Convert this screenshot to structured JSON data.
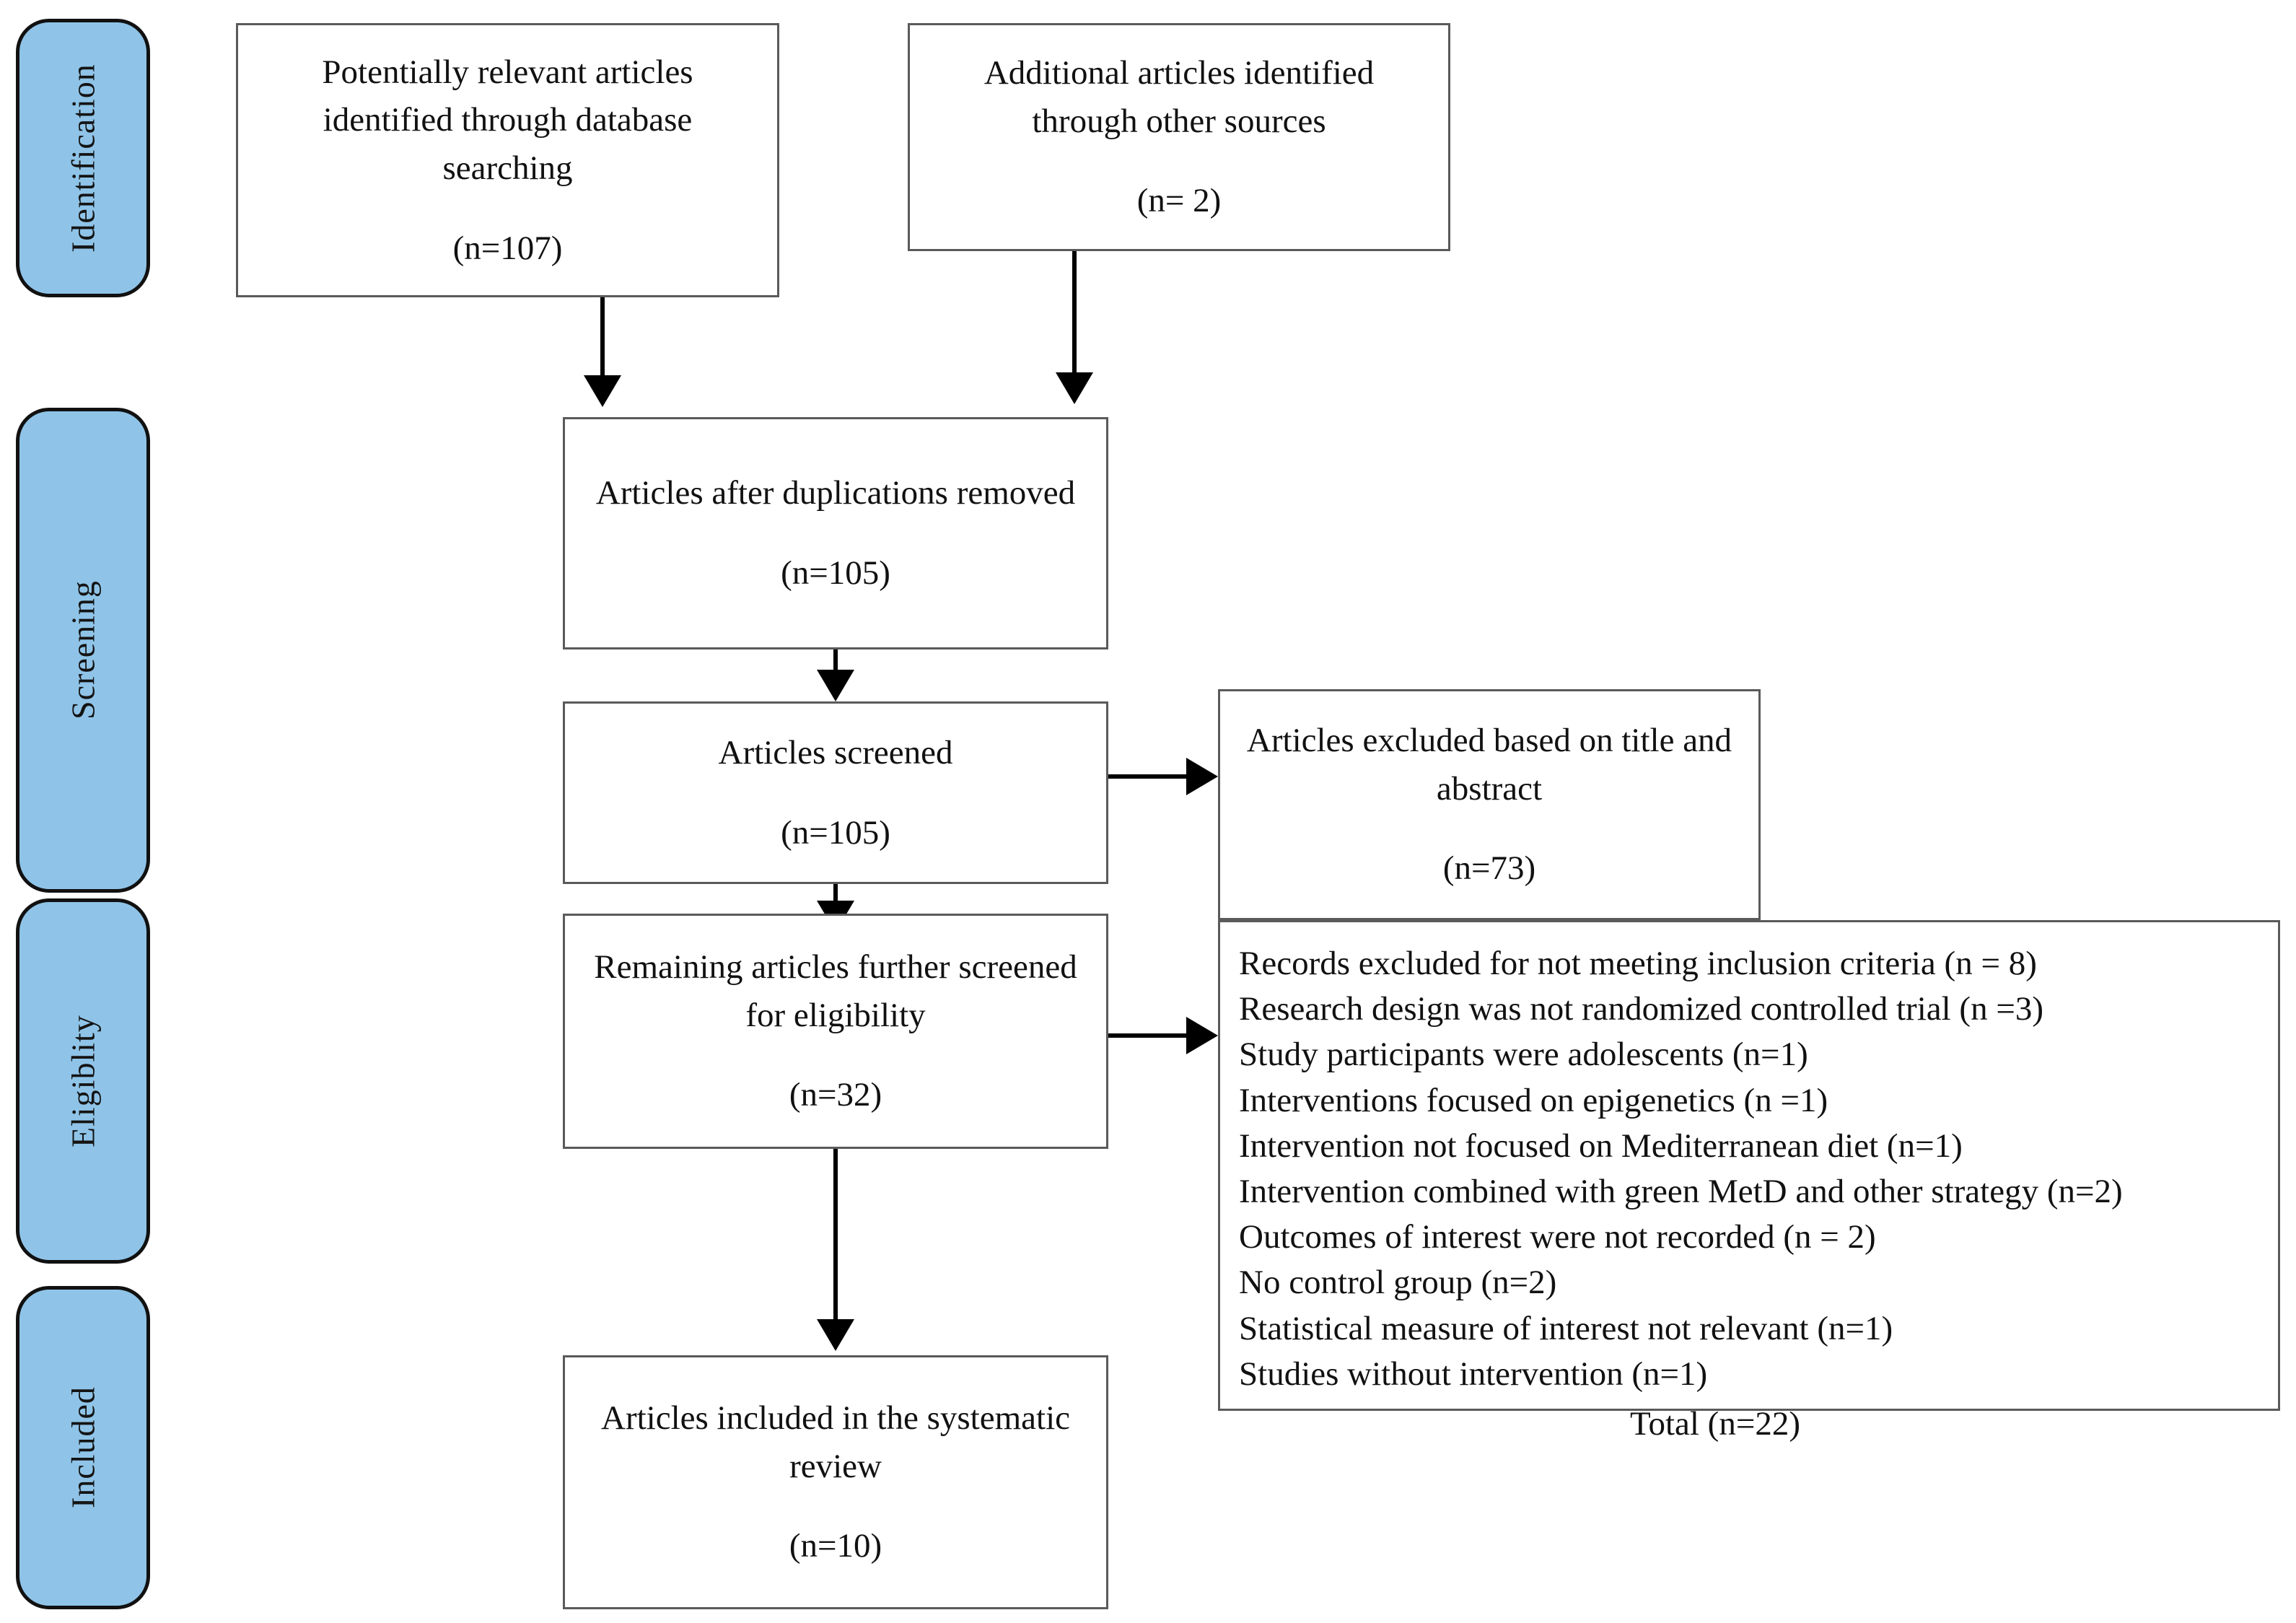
{
  "diagram": {
    "type": "prisma-flow-diagram",
    "accent_color": "#8FC4E8",
    "box_border_color": "#5a5a5a",
    "connector_color": "#000000",
    "stages": [
      {
        "id": "identification",
        "label": "Identification"
      },
      {
        "id": "screening",
        "label": "Screening"
      },
      {
        "id": "eligibility",
        "label": "Eligiblity"
      },
      {
        "id": "included",
        "label": "Included"
      }
    ],
    "boxes": {
      "database_search": {
        "title": "Potentially relevant articles identified through database searching",
        "count": "(n=107)"
      },
      "other_sources": {
        "title": "Additional articles identified through other sources",
        "count": "(n= 2)"
      },
      "after_duplicates": {
        "title": "Articles after duplications removed",
        "count": "(n=105)"
      },
      "screened": {
        "title": "Articles screened",
        "count": "(n=105)"
      },
      "excluded_title_abstract": {
        "title": "Articles excluded based on title and abstract",
        "count": "(n=73)"
      },
      "eligibility_screen": {
        "title": "Remaining articles further screened for eligibility",
        "count": "(n=32)"
      },
      "included_review": {
        "title": "Articles included in the systematic review",
        "count": "(n=10)"
      }
    },
    "exclusion_reasons": {
      "items": [
        "Records excluded for not meeting inclusion criteria (n = 8)",
        "Research design was not randomized controlled trial (n =3)",
        "Study participants were adolescents (n=1)",
        "Interventions focused on epigenetics (n =1)",
        "Intervention not focused on Mediterranean diet (n=1)",
        "Intervention combined with green MetD and other strategy (n=2)",
        "Outcomes of interest were not recorded (n = 2)",
        "No control group (n=2)",
        "Statistical measure of interest not relevant (n=1)",
        "Studies without intervention (n=1)"
      ],
      "total": "Total (n=22)"
    }
  }
}
